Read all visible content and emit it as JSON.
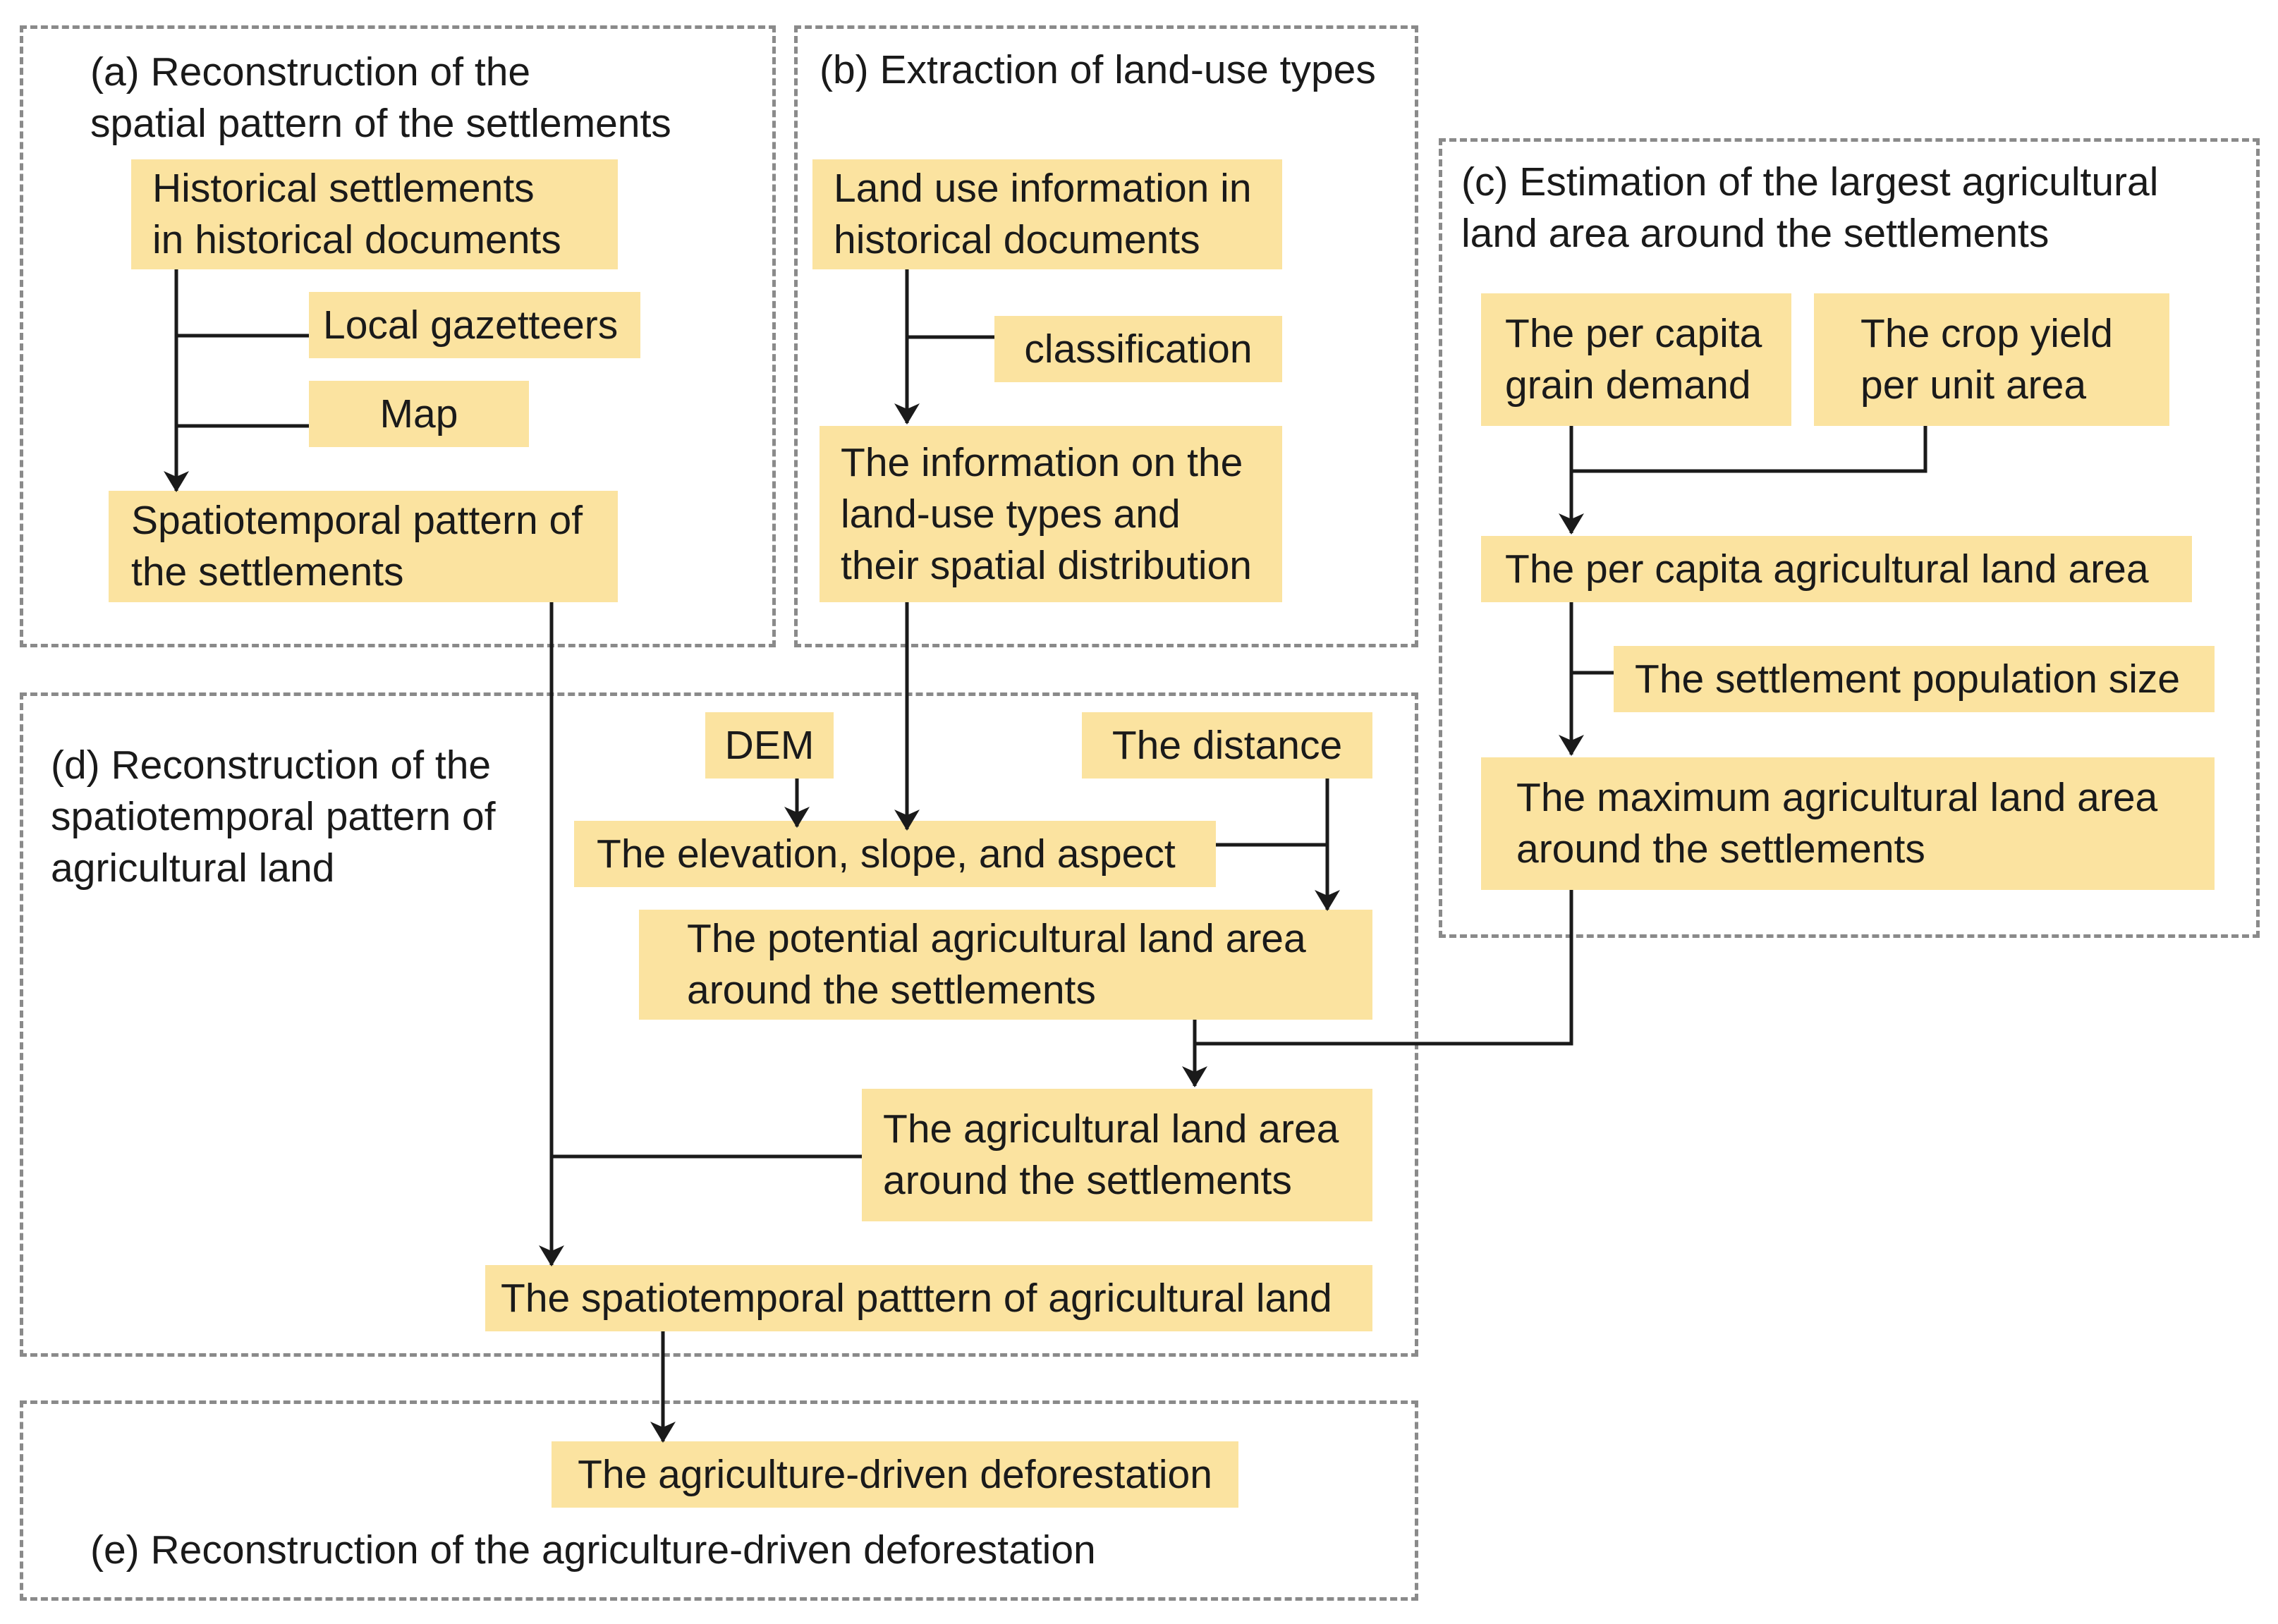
{
  "panels": {
    "a": {
      "title": "(a) Reconstruction of the\nspatial pattern of the settlements"
    },
    "b": {
      "title": "(b) Extraction of land-use types"
    },
    "c": {
      "title": "(c) Estimation of the largest agricultural\nland area around the settlements"
    },
    "d": {
      "title": "(d) Reconstruction of the\nspatiotemporal pattern of\nagricultural land"
    },
    "e": {
      "title": "(e) Reconstruction of the agriculture-driven deforestation"
    }
  },
  "nodes": {
    "historical_settlements": "Historical settlements\nin historical documents",
    "local_gazetteers": "Local gazetteers",
    "map": "Map",
    "spatiotemporal_settlements": "Spatiotemporal pattern of\nthe settlements",
    "land_use_info": "Land use information in\nhistorical documents",
    "classification": "classification",
    "land_use_types_info": "The information on the\nland-use types and\ntheir spatial distribution",
    "per_capita_grain": "The per capita\ngrain demand",
    "crop_yield": "The crop yield\nper unit area",
    "per_capita_land": "The per capita agricultural land area",
    "population_size": "The settlement population size",
    "max_agri_land": "The maximum agricultural land area\naround the settlements",
    "dem": "DEM",
    "distance": "The distance",
    "elevation": "The elevation, slope, and aspect",
    "potential_land": "The potential agricultural land area\naround the settlements",
    "agri_land_area": "The agricultural land area\naround the settlements",
    "spatiotemporal_agri": "The spatiotemporal patttern of agricultural land",
    "deforestation": "The agriculture-driven deforestation"
  },
  "colors": {
    "box_fill": "#fbe3a0",
    "dashed_border": "#8a8a8a",
    "line": "#1a1a1a"
  }
}
